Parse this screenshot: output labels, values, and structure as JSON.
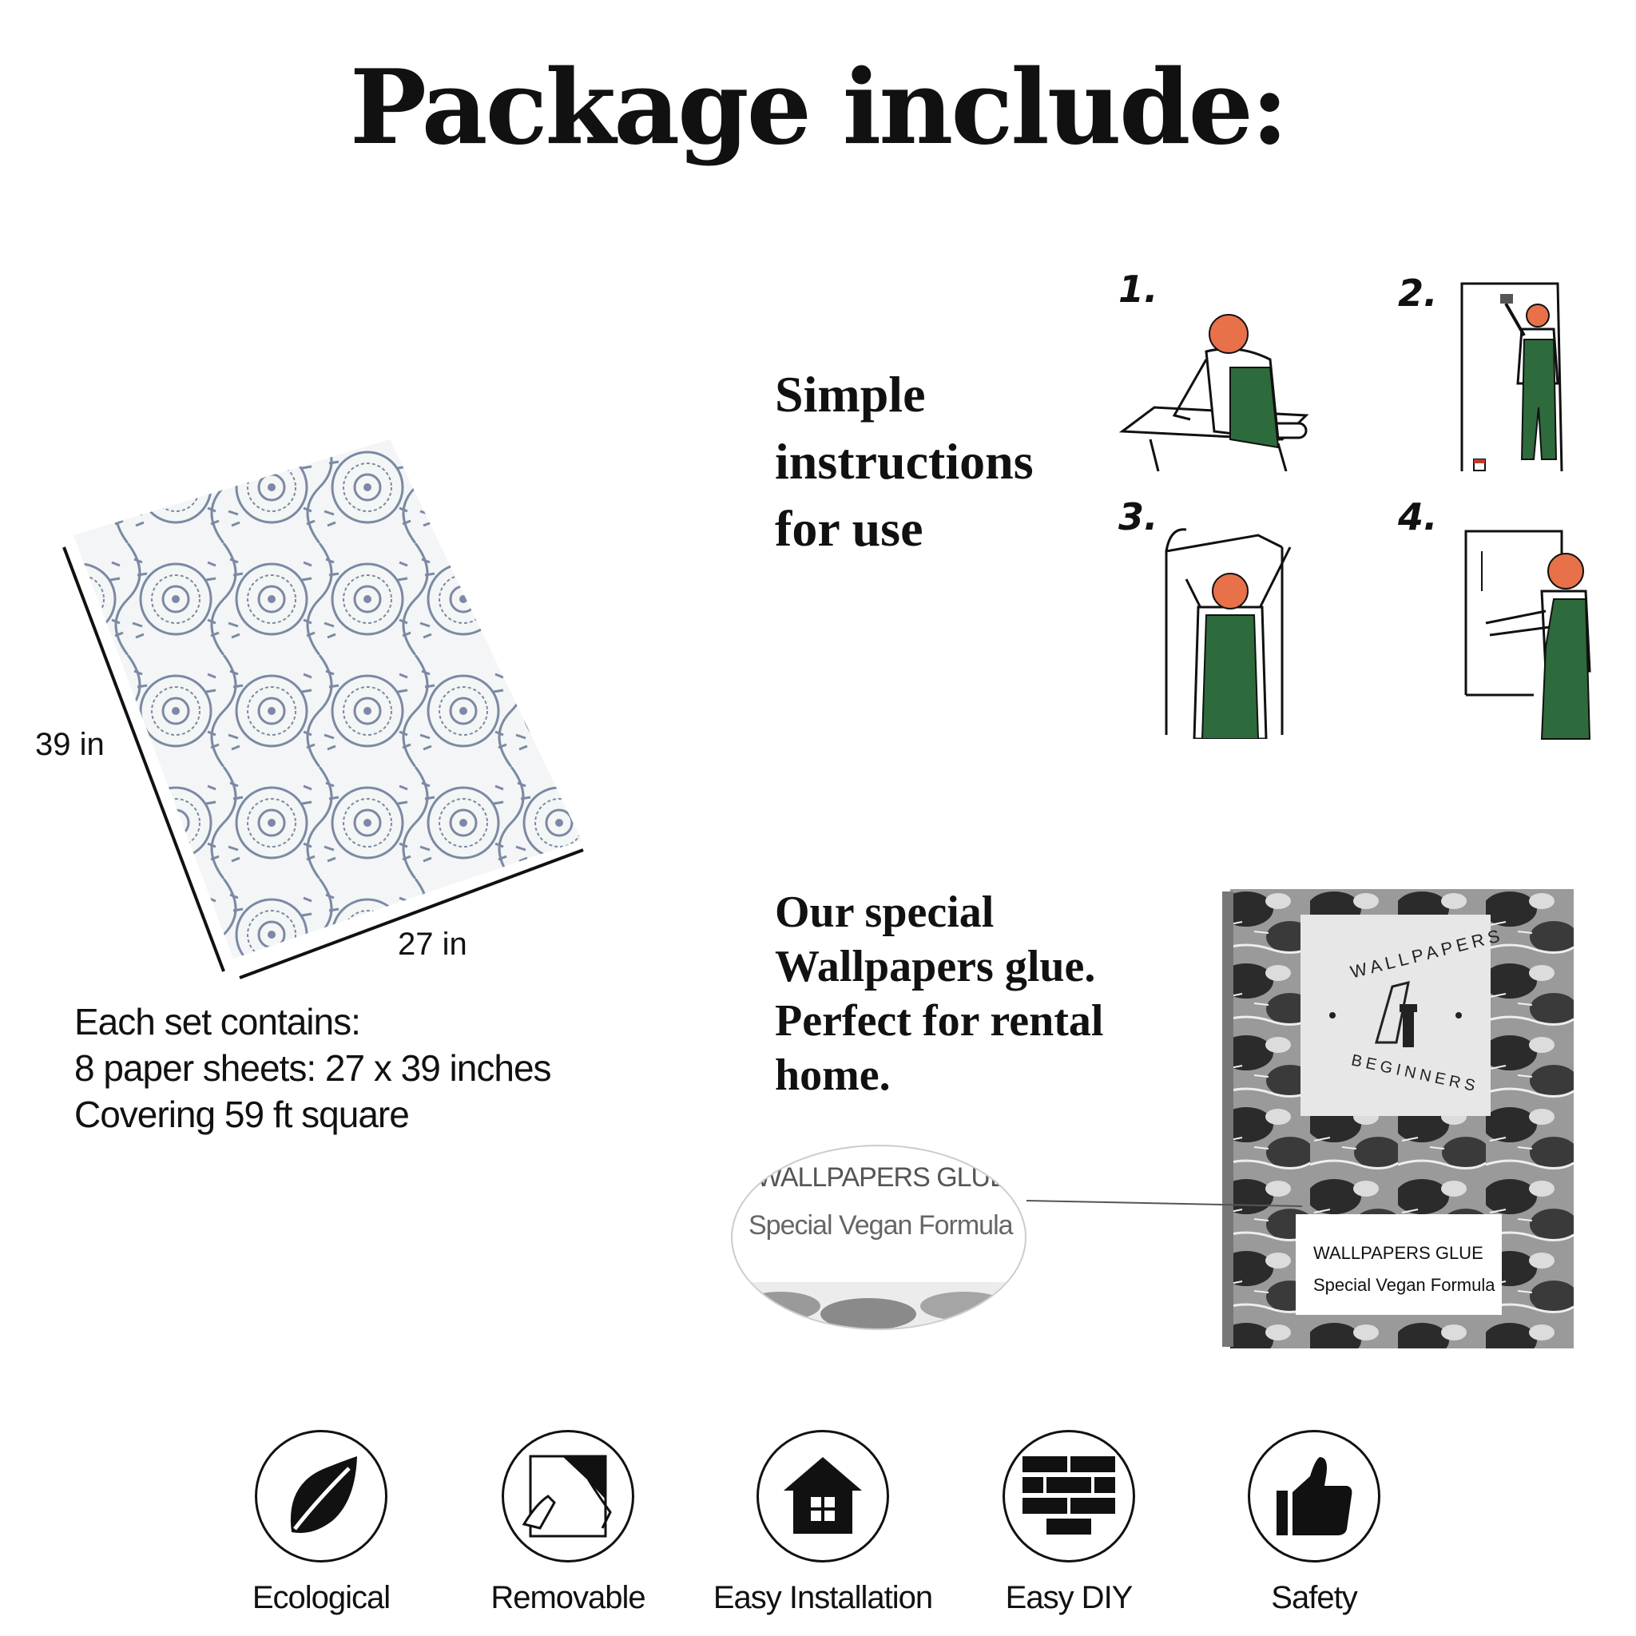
{
  "title": "Package include:",
  "wallpaper": {
    "height_label": "39 in",
    "width_label": "27 in"
  },
  "set_info": {
    "line1": "Each set contains:",
    "line2": "8 paper sheets: 27 x 39 inches",
    "line3": "Covering 59 ft square"
  },
  "instructions": {
    "heading_line1": "Simple",
    "heading_line2": "instructions",
    "heading_line3": "for use",
    "steps": [
      "1.",
      "2.",
      "3.",
      "4."
    ]
  },
  "glue": {
    "heading_line1": "Our special",
    "heading_line2": "Wallpapers glue.",
    "heading_line3": "Perfect for rental",
    "heading_line4": "home.",
    "zoom_line1": "WALLPAPERS GLUE",
    "zoom_line2": "Special Vegan Formula",
    "label_line1": "WALLPAPERS GLUE",
    "label_line2": "Special Vegan Formula",
    "logo_top": "WALLPAPERS",
    "logo_bottom": "BEGINNERS"
  },
  "features": [
    {
      "label": "Ecological",
      "icon": "leaf-icon"
    },
    {
      "label": "Removable",
      "icon": "peel-hands-icon"
    },
    {
      "label": "Easy Installation",
      "icon": "house-icon"
    },
    {
      "label": "Easy DIY",
      "icon": "brick-wall-icon"
    },
    {
      "label": "Safety",
      "icon": "thumbs-up-icon"
    }
  ],
  "colors": {
    "pattern": "#7a8aa3",
    "overalls": "#2e6b3c",
    "hair": "#e8714a"
  }
}
